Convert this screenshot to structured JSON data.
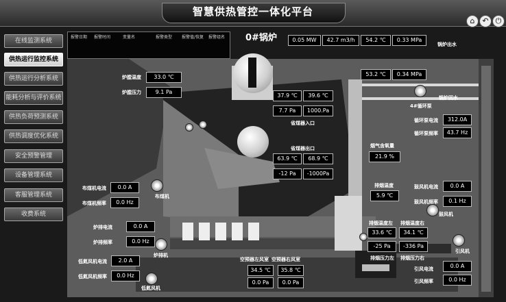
{
  "title": "智慧供热管控一体化平台",
  "toolbar_icons": [
    "home-icon",
    "back-icon",
    "power-icon"
  ],
  "toolbar_glyphs": [
    "⌂",
    "↶",
    "⏻"
  ],
  "sidebar": [
    {
      "label": "在线监测系统"
    },
    {
      "label": "供热运行监控系统",
      "active": true
    },
    {
      "label": "供热运行分析系统"
    },
    {
      "label": "能耗分析与评价系统"
    },
    {
      "label": "供热负荷预测系统"
    },
    {
      "label": "供热调度优化系统"
    },
    {
      "label": "安全预警管理"
    },
    {
      "label": "设备管理系统"
    },
    {
      "label": "客服管理系统"
    },
    {
      "label": "收费系统"
    }
  ],
  "alarm_table": {
    "columns": [
      "报警日期",
      "报警时间",
      "变量名",
      "报警类型",
      "报警值/恢复",
      "报警组名"
    ]
  },
  "boiler_name": "0#锅炉",
  "top_readings": [
    "0.05 MW",
    "42.7 m3/h",
    "54.2 ℃",
    "0.33 MPa"
  ],
  "return_readings": [
    "53.2 ℃",
    "0.34 MPa"
  ],
  "flow_labels": {
    "outlet": "锅炉出水",
    "inlet": "锅炉回水",
    "pump": "4#循环泵"
  },
  "furnace": {
    "temp_label": "炉膛温度",
    "temp": "33.0 ℃",
    "press_label": "炉膛压力",
    "press": "9.1 Pa"
  },
  "coal_inlet": {
    "label": "省煤器入口",
    "values": [
      "37.9 ℃",
      "39.6 ℃",
      "7.7 Pa",
      "1000.Pa"
    ]
  },
  "coal_outlet": {
    "label": "省煤器出口",
    "values": [
      "63.9 ℃",
      "68.9 ℃",
      "-12 Pa",
      "-1000Pa"
    ]
  },
  "oxygen": {
    "label": "烟气含氧量",
    "value": "21.9 %"
  },
  "exhaust_temp": {
    "label": "排烟温度",
    "value": "5.9 ℃"
  },
  "exhaust_lr": {
    "labels": [
      "排烟温度左",
      "排烟温度右",
      "排烟压力左",
      "排烟压力右"
    ],
    "values": [
      "33.6 ℃",
      "34.1 ℃",
      "-25 Pa",
      "-336 Pa"
    ]
  },
  "circ_pump": {
    "labels": [
      "循环泵电流",
      "循环泵频率"
    ],
    "values": [
      "312.0A",
      "43.7 Hz"
    ]
  },
  "blower": {
    "labels": [
      "鼓风机电流",
      "鼓风机频率"
    ],
    "values": [
      "0.0 A",
      "0.1 Hz"
    ],
    "name": "鼓风机"
  },
  "coal_feeder": {
    "labels": [
      "布煤机电流",
      "布煤机频率"
    ],
    "values": [
      "0.0 A",
      "0.0 Hz"
    ],
    "name": "布煤机"
  },
  "grate": {
    "labels": [
      "炉排电流",
      "炉排频率"
    ],
    "values": [
      "0.0 A",
      "0.0 Hz"
    ],
    "name": "炉排机"
  },
  "low_nox": {
    "labels": [
      "低氮风机电流",
      "低氮风机频率"
    ],
    "values": [
      "2.0 A",
      "0.0 Hz"
    ],
    "name": "低氮风机"
  },
  "air_preheater": {
    "labels": [
      "空预器左风室",
      "空预器右风室"
    ],
    "values": [
      "34.5 ℃",
      "35.8 ℃",
      "0.0 Pa",
      "0.0 Pa"
    ]
  },
  "induced": {
    "labels": [
      "引风电流",
      "引风频率"
    ],
    "values": [
      "0.0 A",
      "0.0 Hz"
    ],
    "name": "引风机"
  },
  "colors": {
    "accent": "#ffffff",
    "bg": "#1a1a1a"
  }
}
